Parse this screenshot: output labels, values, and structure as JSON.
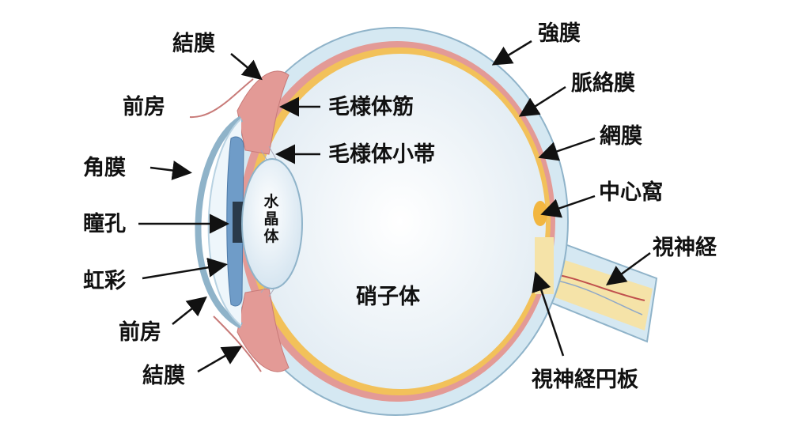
{
  "labels": {
    "conjunctiva_top": "結膜",
    "anterior_chamber_top": "前房",
    "cornea": "角膜",
    "pupil": "瞳孔",
    "iris": "虹彩",
    "anterior_chamber_bottom": "前房",
    "conjunctiva_bottom": "結膜",
    "sclera": "強膜",
    "choroid": "脈絡膜",
    "retina": "網膜",
    "fovea": "中心窩",
    "optic_nerve": "視神経",
    "optic_disc": "視神経円板",
    "ciliary_muscle": "毛様体筋",
    "zonule": "毛様体小帯",
    "lens": "水晶体",
    "vitreous": "硝子体"
  },
  "colors": {
    "sclera": "#d5e8f2",
    "choroid": "#e08c8c",
    "retina": "#f2c15a",
    "vitreous": "#eef5fa",
    "iris": "#6f9cc8",
    "nerve": "#f5e3a8"
  }
}
